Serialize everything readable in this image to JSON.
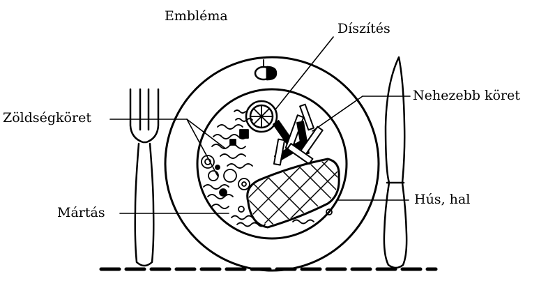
{
  "labels": {
    "embleme": "Embléma",
    "diszites": "Díszítés",
    "nehezebb_koret": "Nehezebb köret",
    "zoldsegkoret": "Zöldségköret",
    "hus_hal": "Hús, hal",
    "martas": "Mártás"
  },
  "colors": {
    "ink": "#000000",
    "background": "#ffffff"
  },
  "icons": [
    "fork-icon",
    "knife-icon",
    "plate-icon",
    "emblem-icon",
    "lemon-slice-icon",
    "fries-icon",
    "meat-icon",
    "vegetables-icon"
  ]
}
